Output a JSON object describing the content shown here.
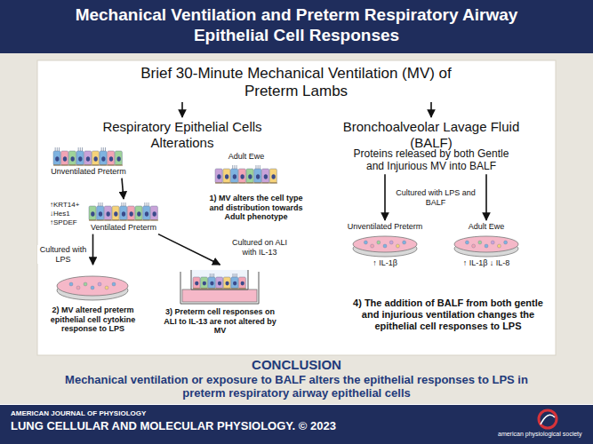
{
  "diagram": {
    "title": "Mechanical Ventilation and Preterm Respiratory Airway Epithelial Cell Responses",
    "caption": "Mechanical ventilation or exposure to BALF alters the epithelial responses to LPS in preterm respiratory airway epithelial cells",
    "nodes": [
      {
        "text": [
          "Brief 30-Minute Mechanical Ventilation (MV) of Preterm Lambs"
        ]
      },
      {
        "text": [
          "Respiratory Epithelial Cells Alterations"
        ]
      },
      {
        "text": [
          "Bronchoalveolar Lavage Fluid (BALF)"
        ]
      },
      {
        "text": [
          "Unventilated Preterm"
        ]
      },
      {
        "text": [
          "Adult Ewe"
        ]
      },
      {
        "text": [
          "Ventilated Preterm"
        ]
      },
      {
        "text": [
          "1) MV alters the cell type and distribution towards Adult phenotype"
        ]
      },
      {
        "text": [
          "2) MV altered preterm epithelial cell cytokine response to LPS"
        ]
      },
      {
        "text": [
          "3) Preterm cell responses on ALI to IL-13 are not altered by MV"
        ]
      },
      {
        "text": [
          "Proteins released by both Gentle and Injurious MV into BALF"
        ]
      },
      {
        "text": [
          "Unventilated Preterm",
          "↑ IL-1β"
        ]
      },
      {
        "text": [
          "Adult Ewe",
          "↑ IL-1β ↓ IL-8"
        ]
      },
      {
        "text": [
          "4) The addition of BALF from both gentle and injurious ventilation changes the epithelial cell responses to LPS"
        ]
      }
    ],
    "edges": [
      {
        "from": 0,
        "to": 1,
        "arrow": "to"
      },
      {
        "from": 0,
        "to": 2,
        "arrow": "to"
      },
      {
        "from": 3,
        "to": 5,
        "arrow": "to"
      },
      {
        "from": 5,
        "to": 7,
        "label": "Cultured with LPS",
        "arrow": "to"
      },
      {
        "from": 5,
        "to": 8,
        "label": "Cultured on ALI with IL-13",
        "arrow": "to"
      },
      {
        "from": 9,
        "to": 10,
        "arrow": "to"
      },
      {
        "from": 9,
        "to": 11,
        "arrow": "to"
      }
    ],
    "labels": [
      "↑KRT14+",
      "↓Hes1",
      "↑SPDEF",
      "Cultured with LPS and BALF",
      "CONCLUSION",
      "AMERICAN JOURNAL OF PHYSIOLOGY",
      "LUNG CELLULAR AND MOLECULAR PHYSIOLOGY. © 2023",
      "american physiological society"
    ]
  }
}
